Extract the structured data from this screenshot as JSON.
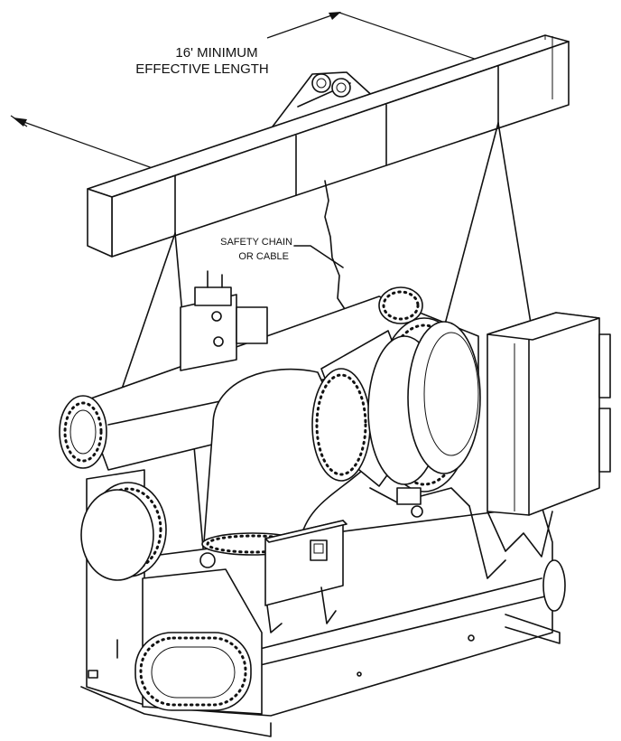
{
  "labels": {
    "length_line1": "16' MINIMUM",
    "length_line2": "EFFECTIVE LENGTH",
    "chain_line1": "SAFETY CHAIN",
    "chain_line2": "OR CABLE"
  }
}
